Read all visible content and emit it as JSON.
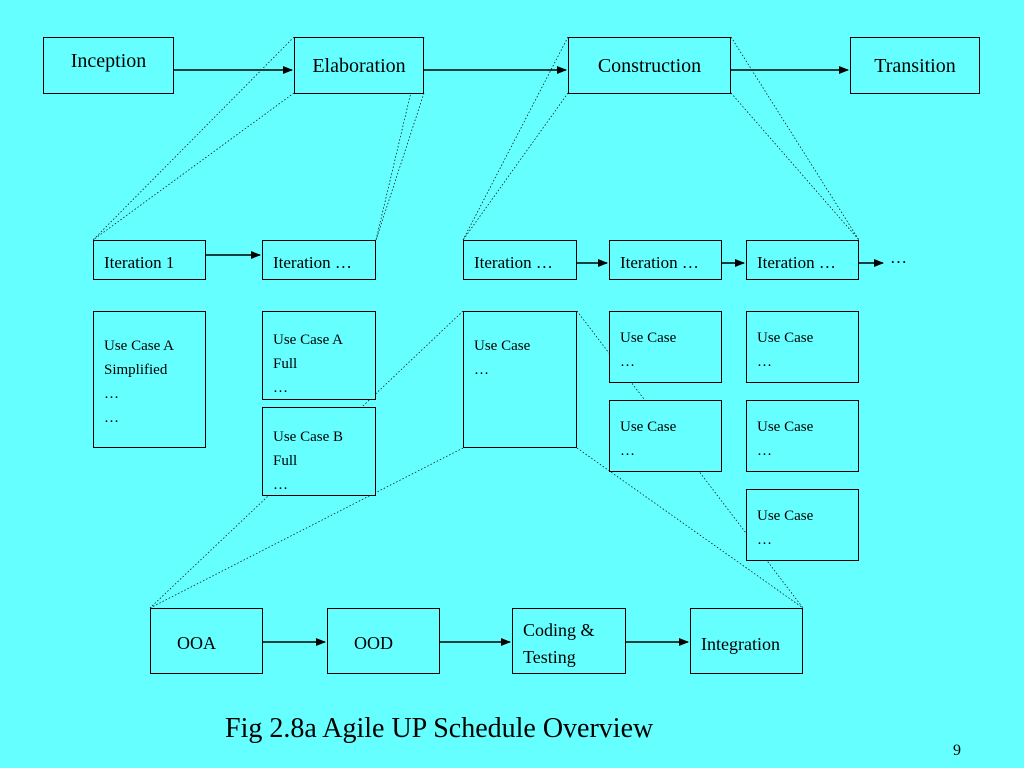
{
  "phases": {
    "inception": "Inception",
    "elaboration": "Elaboration",
    "construction": "Construction",
    "transition": "Transition"
  },
  "iterations": {
    "iter1": "Iteration 1",
    "iter2": "Iteration …",
    "iter3": "Iteration …",
    "iter4": "Iteration …",
    "iter5": "Iteration …",
    "more": "…"
  },
  "use_cases": {
    "uc_a_simplified": "Use Case A\nSimplified\n…\n…",
    "uc_a_full": "Use Case A\nFull\n…",
    "uc_b_full": "Use Case B\nFull\n…",
    "uc_iter3": "Use Case\n…",
    "uc_iter4_1": "Use Case\n…",
    "uc_iter4_2": "Use Case\n…",
    "uc_iter5_1": "Use Case\n…",
    "uc_iter5_2": "Use Case\n…",
    "uc_iter5_3": "Use Case\n…"
  },
  "activities": {
    "ooa": "OOA",
    "ood": "OOD",
    "coding": "Coding &\nTesting",
    "integration": "Integration"
  },
  "caption": "Fig 2.8a Agile UP Schedule Overview",
  "slide_number": "9"
}
